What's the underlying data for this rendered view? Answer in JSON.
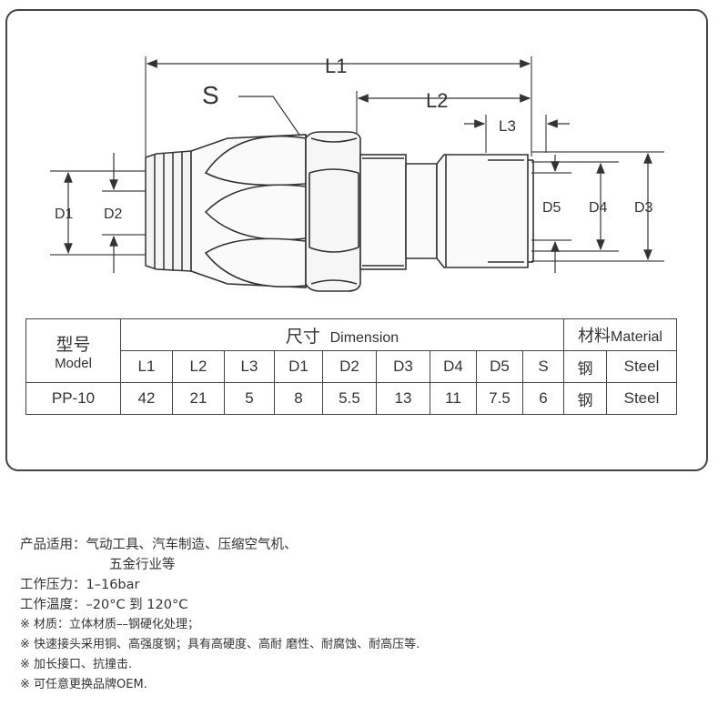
{
  "dimension_labels": {
    "L1": "L1",
    "L2": "L2",
    "L3": "L3",
    "S": "S",
    "D1": "D1",
    "D2": "D2",
    "D3": "D3",
    "D4": "D4",
    "D5": "D5"
  },
  "table": {
    "model_header": "型号",
    "model_header_en": "Model",
    "dimension_header": "尺寸",
    "dimension_header_en": "Dimension",
    "material_header": "材料",
    "material_header_en": "Material",
    "columns": [
      "L1",
      "L2",
      "L3",
      "D1",
      "D2",
      "D3",
      "D4",
      "D5",
      "S"
    ],
    "material_sub_cn": "钢",
    "material_sub_en": "Steel",
    "rows": [
      {
        "model": "PP-10",
        "values": [
          "42",
          "21",
          "5",
          "8",
          "5.5",
          "13",
          "11",
          "7.5",
          "6"
        ],
        "material_cn": "钢",
        "material_en": "Steel"
      }
    ]
  },
  "notes": {
    "usage_label": "产品适用：",
    "usage_text1": "气动工具、汽车制造、压缩空气机、",
    "usage_text2": "五金行业等",
    "pressure_label": "工作压力：",
    "pressure_value": "1–16bar",
    "temp_label": "工作温度：",
    "temp_value": "–20°C 到 120°C",
    "bullets": [
      "※ 材质：立体材质––钢硬化处理；",
      "※ 快速接头采用铜、高强度钢；具有高硬度、高耐 磨性、耐腐蚀、耐高压等.",
      "※ 加长接口、抗撞击.",
      "※ 可任意更换品牌OEM."
    ]
  }
}
